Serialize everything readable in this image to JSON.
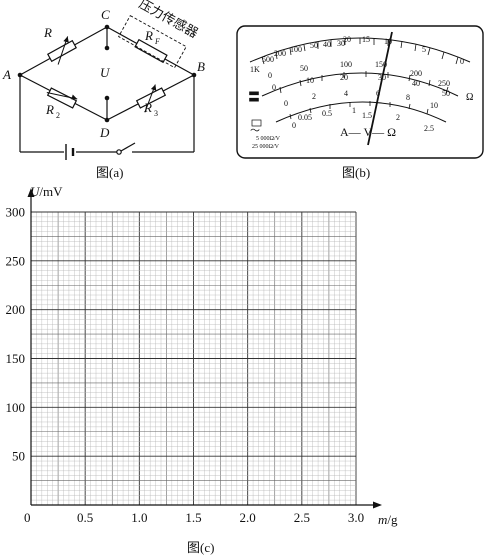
{
  "figure_a": {
    "caption": "图(a)",
    "nodes": {
      "A": "A",
      "B": "B",
      "C": "C",
      "D": "D"
    },
    "voltage_label": "U",
    "resistors": {
      "r1": "R",
      "rf": "R",
      "rf_sub": "F",
      "r2": "R",
      "r2_sub": "2",
      "r3": "R",
      "r3_sub": "3"
    },
    "sensor_label": "压力传感器"
  },
  "figure_b": {
    "caption": "图(b)",
    "ohm_scale": [
      "1K",
      "500",
      "200",
      "100",
      "50",
      "40",
      "30",
      "20",
      "15",
      "10",
      "5",
      "0"
    ],
    "scale_mid_top": [
      "0",
      "50",
      "100",
      "150",
      "200",
      "250"
    ],
    "scale_mid_bottom": [
      "0",
      "10",
      "20",
      "30",
      "40",
      "50"
    ],
    "scale_low_top": [
      "0",
      "2",
      "4",
      "6",
      "8",
      "10"
    ],
    "scale_low_bottom": [
      "0",
      "0.5",
      "1",
      "1.5",
      "2",
      "2.5"
    ],
    "scale_low_extra": "0.05",
    "ac_line1": "5 000Ω/V",
    "ac_line2": "25 000Ω/V",
    "mode_text": "A— V— Ω",
    "omega_right": "Ω",
    "dc_symbol": "〓",
    "ac_symbol": "～"
  },
  "figure_c": {
    "caption": "图(c)",
    "y_axis_label_var": "U",
    "y_axis_label_unit": "/mV",
    "x_axis_label_var": "m",
    "x_axis_label_unit": "/g",
    "origin": "0"
  },
  "chart_data": {
    "type": "scatter",
    "title": "",
    "xlabel": "m/g",
    "ylabel": "U/mV",
    "xlim": [
      0,
      3.0
    ],
    "ylim": [
      0,
      300
    ],
    "x_ticks": [
      0.5,
      1.0,
      1.5,
      2.0,
      2.5,
      3.0
    ],
    "x_tick_labels": [
      "0.5",
      "1.0",
      "1.5",
      "2.0",
      "2.5",
      "3.0"
    ],
    "y_ticks": [
      50,
      100,
      150,
      200,
      250,
      300
    ],
    "y_tick_labels": [
      "50",
      "100",
      "150",
      "200",
      "250",
      "300"
    ],
    "grid": true,
    "series": []
  }
}
